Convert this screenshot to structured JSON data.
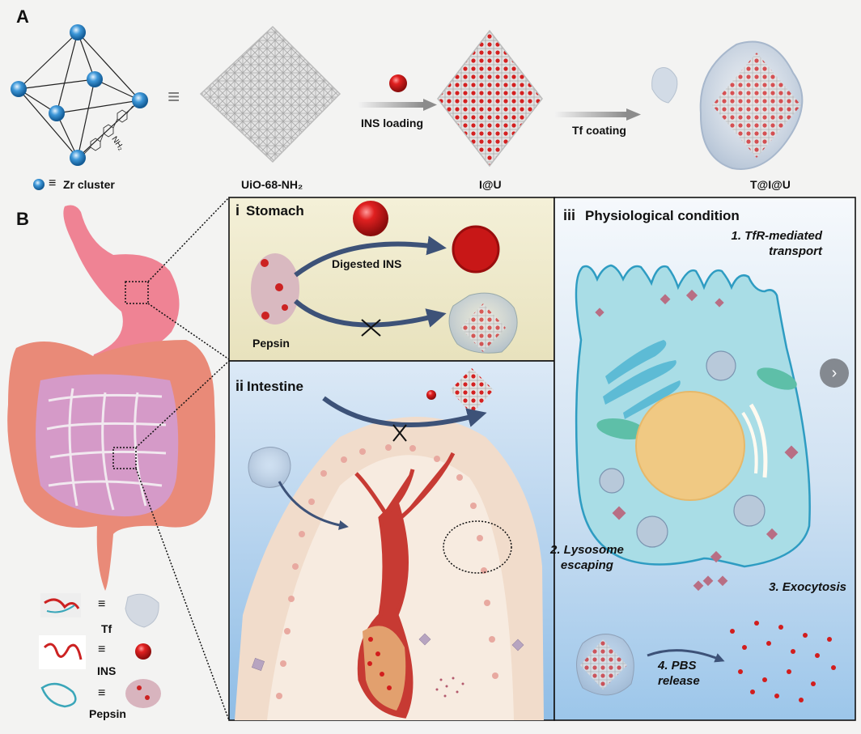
{
  "figure": {
    "panel_a": {
      "letter": "A",
      "zr_legend": "Zr cluster",
      "equiv_symbol": "≡",
      "nh2_label": "NH₂",
      "structures": [
        "UiO-68-NH₂",
        "I@U",
        "T@I@U"
      ],
      "step1_label": "INS loading",
      "step2_label": "Tf coating"
    },
    "panel_b": {
      "letter": "B",
      "stomach": {
        "numeral": "i",
        "title": "Stomach",
        "digested_label": "Digested INS",
        "pepsin_label": "Pepsin",
        "blocked_mark": "✕"
      },
      "intestine": {
        "numeral": "ii",
        "title": "Intestine",
        "blocked_mark": "✕"
      },
      "physiological": {
        "numeral": "iii",
        "title": "Physiological condition",
        "steps": [
          {
            "line1": "1. TfR-mediated",
            "line2": "transport"
          },
          {
            "line1": "2. Lysosome",
            "line2": "escaping"
          },
          {
            "line1": "3. Exocytosis",
            "line2": ""
          },
          {
            "line1": "4. PBS",
            "line2": "release"
          }
        ]
      },
      "legend": [
        {
          "name": "Tf"
        },
        {
          "name": "INS"
        },
        {
          "name": "Pepsin"
        }
      ]
    },
    "nav": {
      "next_glyph": "›"
    },
    "colors": {
      "zr_blue": "#1f7fc4",
      "ins_red": "#d21d1d",
      "stomach_pink": "#ef8394",
      "colon_salmon": "#e98a78",
      "small_intestine": "#d59ac8",
      "stomach_panel_bg": "#f0ebcf",
      "intestine_bg": "#a9cbe9",
      "cell_cyan": "#9ed9e2",
      "nucleus": "#f0c983",
      "arrow_navy": "#3d5278"
    }
  }
}
